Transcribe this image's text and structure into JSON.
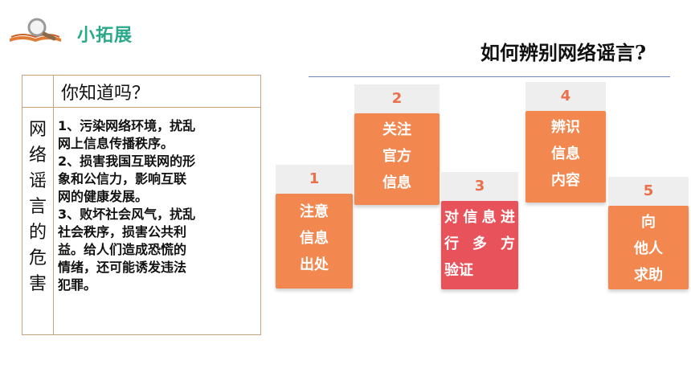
{
  "header": {
    "title": "小拓展",
    "icon": "magnifier-book-icon"
  },
  "page_title": "如何辨别网络谣言?",
  "table": {
    "question": "你知道吗？",
    "side_label_chars": [
      "网",
      "络",
      "谣",
      "言",
      "的",
      "危",
      "害"
    ],
    "content_lines": [
      "1、污染网络环境，扰乱",
      "网上信息传播秩序。",
      "2、损害我国互联网的形",
      "象和公信力，影响互联",
      "网的健康发展。",
      "3、败坏社会风气，扰乱",
      "社会秩序，损害公共利",
      "益。给人们造成恐慌的",
      "情绪，还可能诱发违法",
      "犯罪。"
    ]
  },
  "steps": [
    {
      "number": "1",
      "lines": [
        "注意",
        "信息",
        "出处"
      ],
      "color": "#f2884f"
    },
    {
      "number": "2",
      "lines": [
        "关注",
        "官方",
        "信息"
      ],
      "color": "#f2884f"
    },
    {
      "number": "3",
      "lines": [
        "对信息进",
        "行 多 方",
        "验证"
      ],
      "color": "#e8525a"
    },
    {
      "number": "4",
      "lines": [
        "辨识",
        "信息",
        "内容"
      ],
      "color": "#f2884f"
    },
    {
      "number": "5",
      "lines": [
        "向",
        "他人",
        "求助"
      ],
      "color": "#f2884f"
    }
  ]
}
